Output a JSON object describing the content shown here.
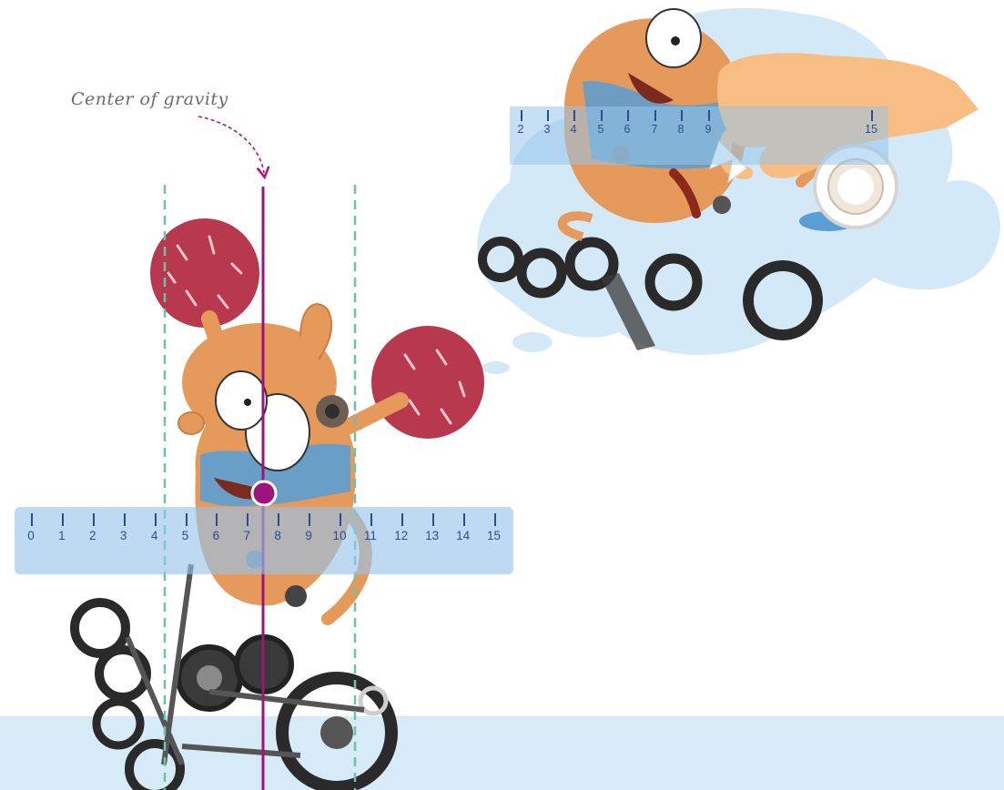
{
  "annotation": {
    "label": "Center of gravity"
  },
  "ruler": {
    "labels": [
      "0",
      "1",
      "2",
      "3",
      "4",
      "5",
      "6",
      "7",
      "8",
      "9",
      "10",
      "11",
      "12",
      "13",
      "14",
      "15"
    ]
  },
  "bubble_ruler": {
    "labels": [
      "2",
      "3",
      "4",
      "5",
      "6",
      "7",
      "8",
      "9",
      "15"
    ]
  },
  "colors": {
    "gravity_line": "#a0137e",
    "guide_lines": "#6cc4a6",
    "ruler": "#96c4eb",
    "floor": "#d6eaf7",
    "bubble": "#d3e9f8",
    "pompom": "#b8384d",
    "character": "#e59a5c"
  }
}
